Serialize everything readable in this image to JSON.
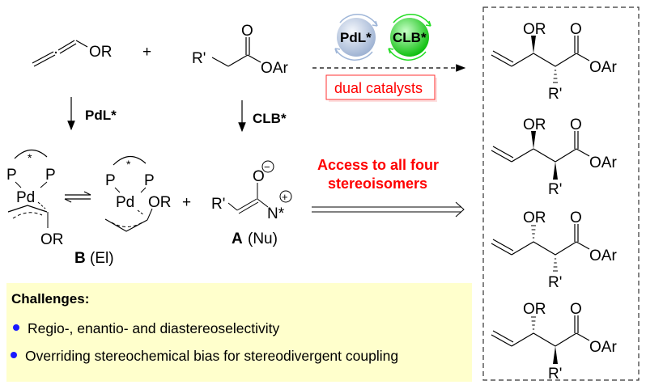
{
  "reactants": {
    "allene": {
      "substituent": "OR"
    },
    "plus": "+",
    "ester": {
      "r_group": "R'",
      "carbonyl_o": "O",
      "leaving": "OAr"
    }
  },
  "catalysts": {
    "pd": {
      "label": "PdL*",
      "color": "#b8c8e0"
    },
    "clb": {
      "label": "CLB*",
      "color": "#22dd22"
    },
    "dual_label": "dual catalysts"
  },
  "steps": {
    "left_arrow_label": "PdL*",
    "right_arrow_label": "CLB*"
  },
  "intermediates": {
    "b1": {
      "p1": "P",
      "p2": "P",
      "star": "*",
      "metal": "Pd",
      "or": "OR"
    },
    "b2": {
      "p1": "P",
      "p2": "P",
      "star": "*",
      "metal": "Pd",
      "or": "OR"
    },
    "b_label_bold": "B",
    "b_label_rest": "(El)",
    "plus": "+",
    "a": {
      "r_group": "R'",
      "o": "O",
      "o_charge": "−",
      "n": "N*",
      "n_charge": "+"
    },
    "a_label_bold": "A",
    "a_label_rest": "(Nu)"
  },
  "access_text": [
    "Access to all four",
    "stereoisomers"
  ],
  "products": [
    {
      "or": "OR",
      "o": "O",
      "oar": "OAr",
      "r": "R'",
      "or_bond": "wedge",
      "r_bond": "hash"
    },
    {
      "or": "OR",
      "o": "O",
      "oar": "OAr",
      "r": "R'",
      "or_bond": "wedge",
      "r_bond": "wedge"
    },
    {
      "or": "OR",
      "o": "O",
      "oar": "OAr",
      "r": "R'",
      "or_bond": "hash",
      "r_bond": "hash"
    },
    {
      "or": "OR",
      "o": "O",
      "oar": "OAr",
      "r": "R'",
      "or_bond": "hash",
      "r_bond": "wedge"
    }
  ],
  "challenges": {
    "title": "Challenges:",
    "items": [
      "Regio-, enantio- and diastereoselectivity",
      "Overriding stereochemical bias for stereodivergent coupling"
    ],
    "bullet_color": "#1a1aff",
    "background": "#ffffcc"
  },
  "colors": {
    "accent_red": "#ff0000"
  }
}
